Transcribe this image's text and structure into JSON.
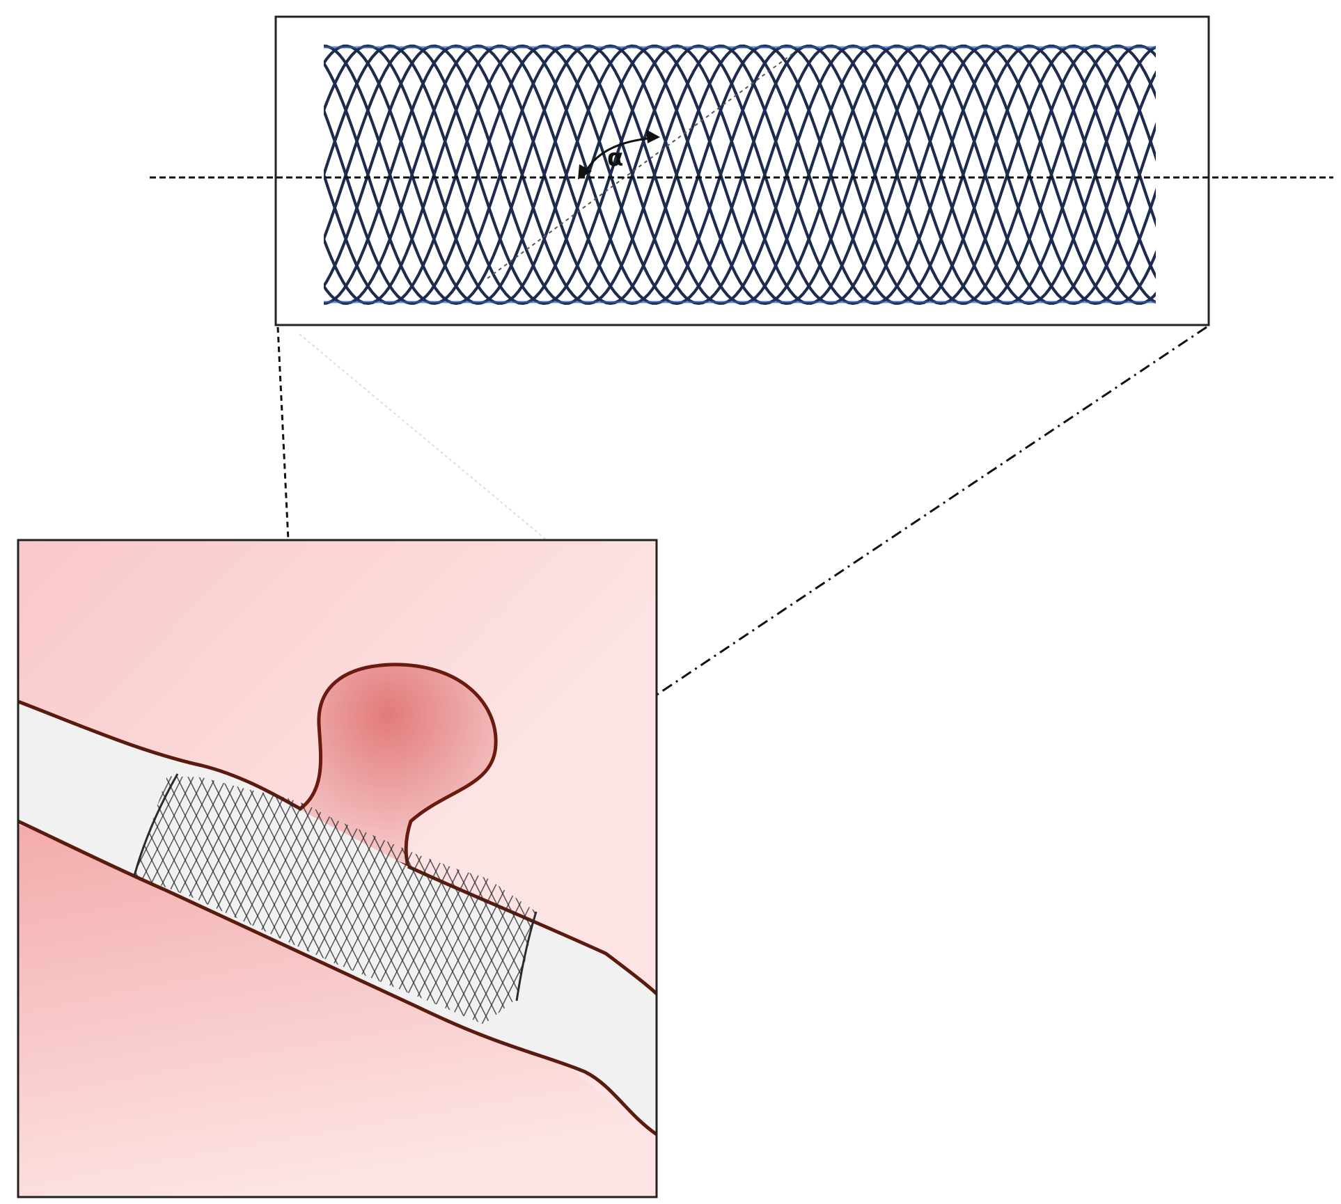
{
  "figure": {
    "angle_label": "α",
    "colors": {
      "background": "#ffffff",
      "frame": "#222222",
      "stent_wire": "#1d2b4f",
      "stent_wire_edge": "#2f5fae",
      "tissue_light": "#fde3e3",
      "tissue_mid": "#f9c8c8",
      "tissue_dark": "#f2a7a7",
      "vessel_lumen": "#f1f1f1",
      "vessel_wall": "#5a1a0e",
      "aneurysm_dark": "#e27a7a",
      "aneurysm_light": "#f8d3d3",
      "stent_in_vessel": "#2a2a2a"
    },
    "components": {
      "stent_detail": "braided-stent-zoom-panel",
      "vessel_view": "vessel-with-aneurysm-panel"
    }
  }
}
